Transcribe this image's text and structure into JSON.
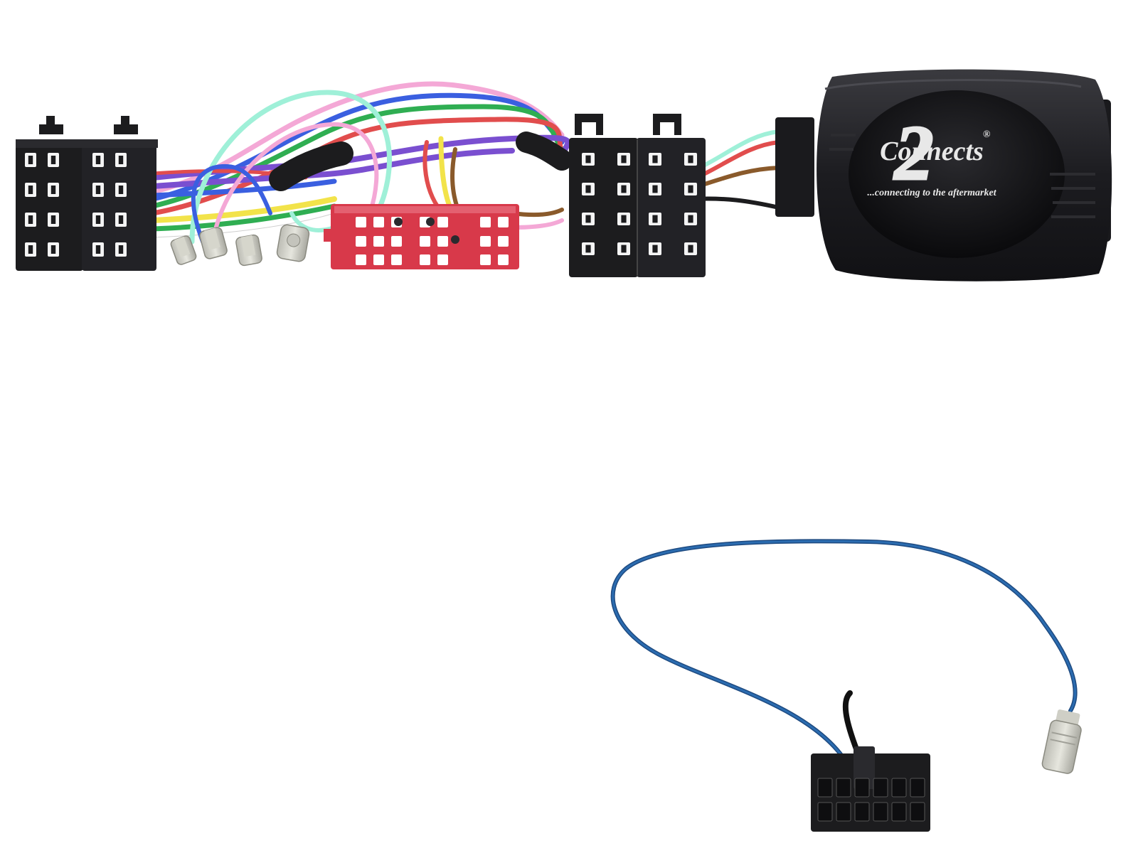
{
  "logo": {
    "wordmark": "Connects",
    "numeral": "2",
    "registered_mark": "®",
    "tagline": "...connecting to the aftermarket"
  },
  "colors": {
    "background": "#ffffff",
    "connector_black": "#1c1c1e",
    "connector_red": "#d8394a",
    "module_body": "#1f1f22",
    "cable_blue": "#2b6cb0",
    "wire_colors": [
      "#7a4fd0",
      "#3a5fe0",
      "#f2e34a",
      "#2fae52",
      "#e14d4d",
      "#f4a8d6",
      "#8a5a2b",
      "#9ff0d8",
      "#ffffff",
      "#ff8a2a"
    ]
  },
  "icons": [
    "iso-connector-icon",
    "quadlock-connector-icon",
    "interface-module-icon",
    "antenna-plug-icon",
    "patch-lead-connector-icon"
  ]
}
